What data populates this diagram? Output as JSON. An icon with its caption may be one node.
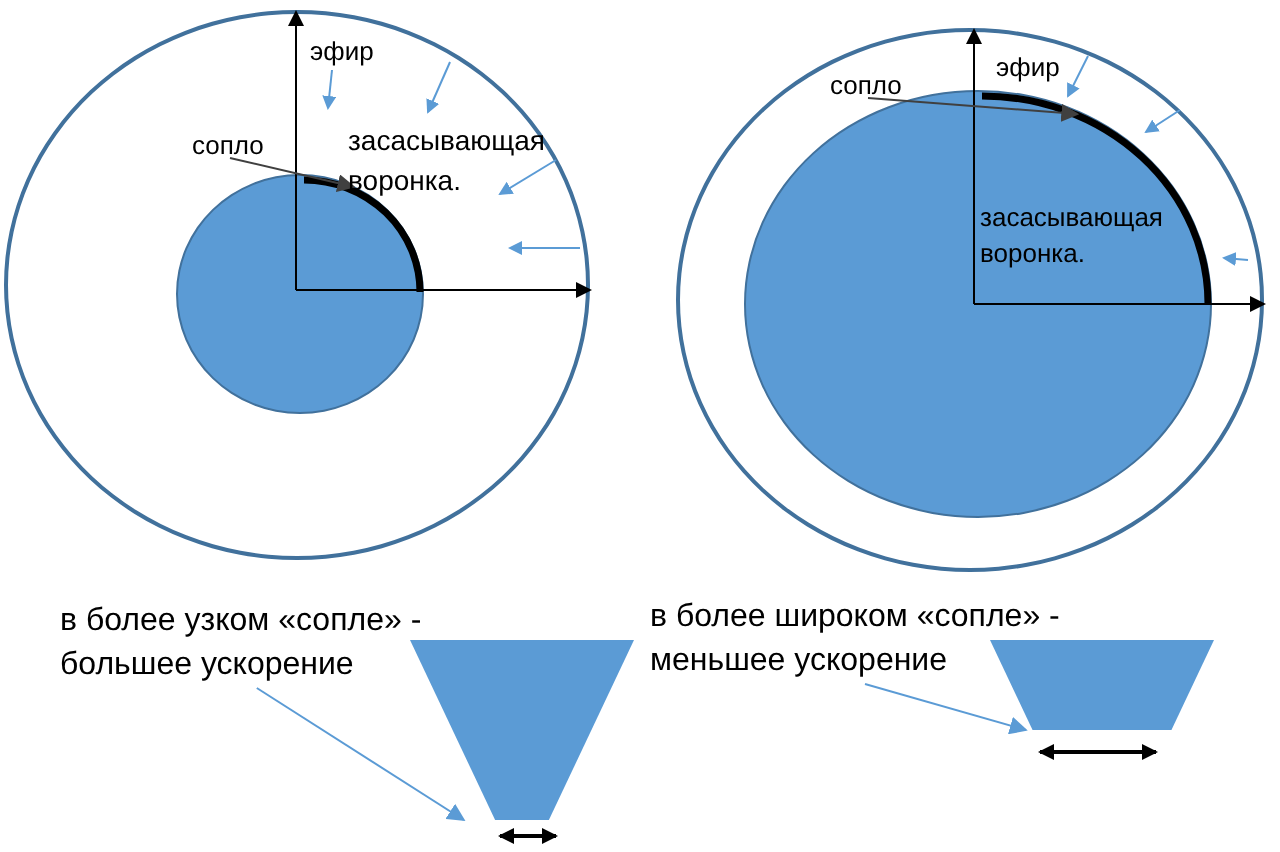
{
  "diagram": {
    "nodes": [
      {
        "text": [],
        "shape": "circle"
      },
      {
        "text": [],
        "shape": "circle",
        "in": 0
      },
      {
        "text": [
          "сопло"
        ],
        "in": 0
      },
      {
        "text": [],
        "shape": "arc",
        "in": 1
      },
      {
        "text": [],
        "shape": "circle"
      },
      {
        "text": [],
        "shape": "circle",
        "in": 4
      },
      {
        "text": [
          "сопло"
        ],
        "in": 4
      },
      {
        "text": [],
        "shape": "arc",
        "in": 5
      },
      {
        "text": [
          "в более узком «сопле» - большее ускорение"
        ]
      },
      {
        "text": [],
        "shape": "trapezoid"
      },
      {
        "text": [
          "в более широком «сопле» - меньшее ускорение"
        ]
      },
      {
        "text": [],
        "shape": "trapezoid"
      }
    ],
    "edges": [
      {
        "from": 2,
        "to": 3,
        "arrow": "to"
      },
      {
        "from": 8,
        "to": 9,
        "arrow": "to",
        "color": "#5b9bd5"
      },
      {
        "from": 6,
        "to": 7,
        "arrow": "to"
      },
      {
        "from": 10,
        "to": 11,
        "arrow": "to",
        "color": "#5b9bd5"
      }
    ],
    "labels": [
      "эфир",
      "засасывающая воронка.",
      "эфир",
      "засасывающая воронка."
    ]
  }
}
